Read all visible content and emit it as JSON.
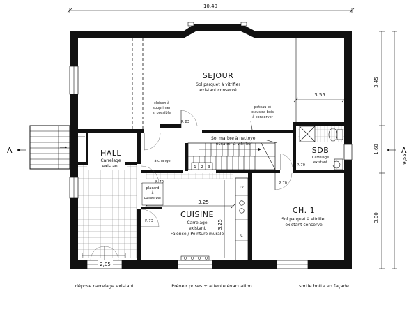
{
  "dimensions": {
    "total_width": "10,40",
    "total_height": "9,55",
    "right_top": "3,45",
    "right_mid": "1,60",
    "right_bottom": "3,00",
    "sejour_inner": "3,55",
    "cuisine_width": "3,25",
    "cuisine_height": "3,25",
    "hall_window": "2,05"
  },
  "section": {
    "left": "A",
    "right": "A"
  },
  "rooms": {
    "sejour": {
      "name": "SEJOUR",
      "line1": "Sol parquet à vitrifier",
      "line2": "existant conservé"
    },
    "hall": {
      "name": "HALL",
      "line1": "Carrelage",
      "line2": "existant"
    },
    "cuisine": {
      "name": "CUISINE",
      "line1": "Carrelage",
      "line2": "existant",
      "line3": "Faïence / Peinture murale"
    },
    "ch1": {
      "name": "CH. 1",
      "line1": "Sol parquet à vitrifier",
      "line2": "existant conservé"
    },
    "sdb": {
      "name": "SDB",
      "line1": "Carrelage",
      "line2": "existant"
    }
  },
  "notes": {
    "cloison": [
      "cloison à",
      "supprimer",
      "si possible"
    ],
    "poteau": [
      "poteau et",
      "claustra bois",
      "à conserver"
    ],
    "marbre": [
      "Sol marbre à nettoyer",
      "escalier à vitrifier"
    ],
    "changer": "à changer",
    "placard": [
      "placard",
      "à",
      "conserver"
    ],
    "stairs": [
      "1",
      "2",
      "3"
    ],
    "lv": "LV",
    "c": "C"
  },
  "doors": {
    "p83": "P. 83",
    "p73a": "P. 73",
    "p73b": "P. 73",
    "p70a": "P. 70",
    "p70b": "P. 70"
  },
  "footer": {
    "left": "dépose carrelage existant",
    "middle": "Préveir prises + attente évacuation",
    "right": "sortie hotte en façade"
  }
}
